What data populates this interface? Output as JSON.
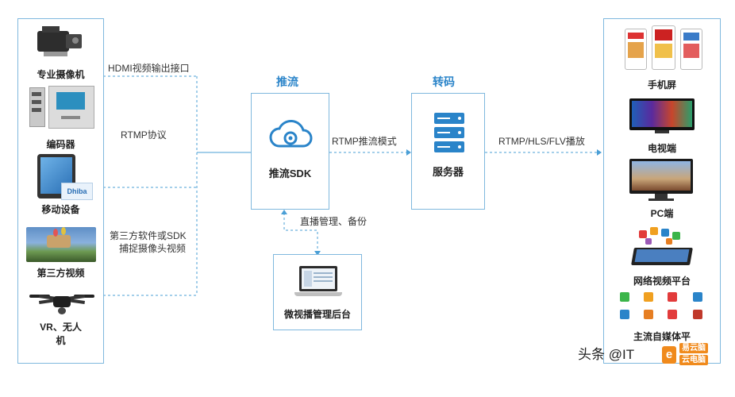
{
  "sources": {
    "items": [
      {
        "label": "专业摄像机",
        "icon": "camera-icon"
      },
      {
        "label": "编码器",
        "icon": "encoder-icon"
      },
      {
        "label": "移动设备",
        "icon": "tablet-icon"
      },
      {
        "label": "第三方视频",
        "icon": "video-thumbnail"
      },
      {
        "label": "VR、无人机",
        "icon": "drone-icon"
      }
    ],
    "tablet_brand": "Dhiba"
  },
  "connections": {
    "hdmi": "HDMI视频输出接口",
    "rtmp": "RTMP协议",
    "third_party_line1": "第三方软件或SDK",
    "third_party_line2": "捕捉摄像头视频",
    "push_mode": "RTMP推流模式",
    "playback": "RTMP/HLS/FLV播放",
    "management": "直播管理、备份"
  },
  "push": {
    "heading": "推流",
    "label": "推流SDK",
    "icon": "cloud-upload-icon"
  },
  "transcode": {
    "heading": "转码",
    "label": "服务器",
    "icon": "server-icon"
  },
  "backend": {
    "label": "微视播管理后台",
    "icon": "laptop-icon"
  },
  "outputs": {
    "items": [
      {
        "label": "手机屏",
        "icon": "mobile-screens-icon"
      },
      {
        "label": "电视端",
        "icon": "tv-icon"
      },
      {
        "label": "PC端",
        "icon": "monitor-icon"
      },
      {
        "label": "网络视频平台",
        "icon": "web-platform-icon"
      },
      {
        "label": "主流自媒体平",
        "icon": "media-apps-icon"
      }
    ]
  },
  "watermark": {
    "text": "头条 @IT",
    "logo_line1": "易云脑",
    "logo_line2": "云电脑"
  },
  "colors": {
    "accent": "#2a84c9",
    "border": "#7fb8de",
    "dash": "#4a9fd6"
  }
}
